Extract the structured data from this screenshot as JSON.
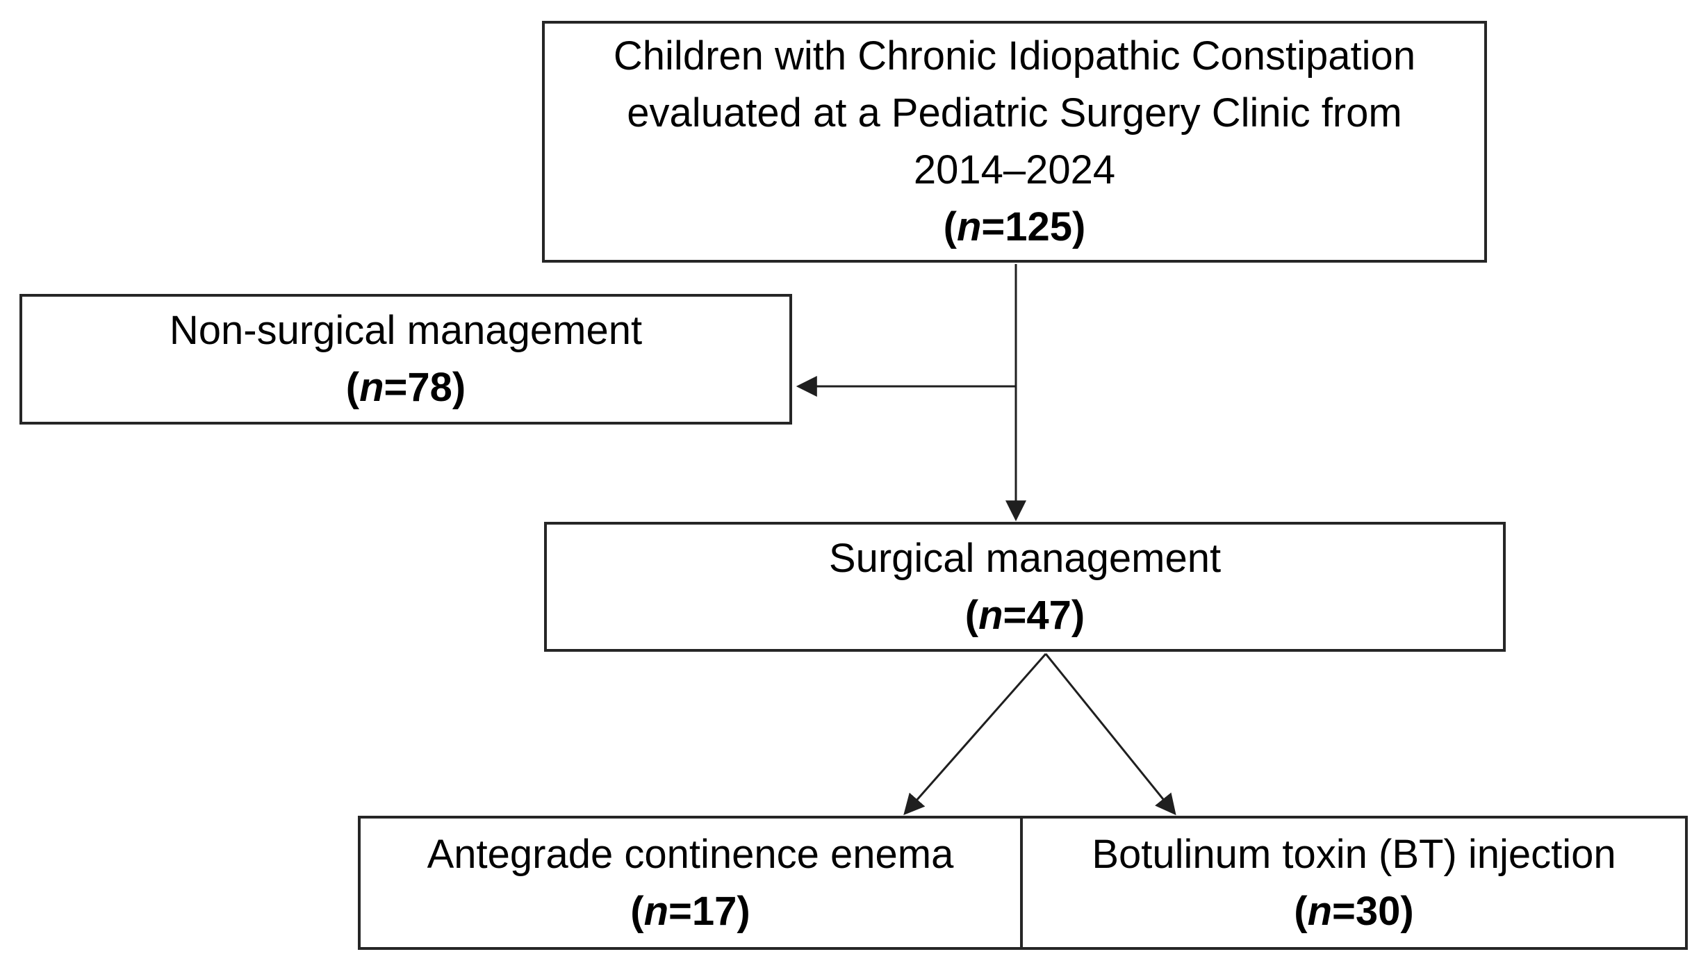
{
  "figure": {
    "type": "flowchart",
    "background_color": "#ffffff",
    "box_border_color": "#262626",
    "arrow_color": "#1f1f1f",
    "text_color": "#000000"
  },
  "nodes": {
    "population": {
      "lines": [
        "Children with Chronic Idiopathic Constipation",
        "evaluated at a Pediatric Surgery Clinic from",
        "2014–2024"
      ],
      "n": {
        "open": "(",
        "var": "n",
        "rest": "=125)"
      },
      "count": 125
    },
    "non_surgical": {
      "lines": [
        "Non-surgical management"
      ],
      "n": {
        "open": "(",
        "var": "n",
        "rest": "=78)"
      },
      "count": 78
    },
    "surgical": {
      "lines": [
        "Surgical management"
      ],
      "n": {
        "open": "(",
        "var": "n",
        "rest": "=47)"
      },
      "count": 47
    },
    "ace": {
      "lines": [
        "Antegrade continence enema"
      ],
      "n": {
        "open": "(",
        "var": "n",
        "rest": "=17)"
      },
      "count": 17
    },
    "bt": {
      "lines": [
        "Botulinum toxin (BT) injection"
      ],
      "n": {
        "open": "(",
        "var": "n",
        "rest": "=30)"
      },
      "count": 30
    }
  },
  "edges": [
    {
      "from": "population",
      "to": "non_surgical",
      "style": "arrow"
    },
    {
      "from": "population",
      "to": "surgical",
      "style": "arrow"
    },
    {
      "from": "surgical",
      "to": "ace",
      "style": "arrow"
    },
    {
      "from": "surgical",
      "to": "bt",
      "style": "arrow"
    }
  ]
}
